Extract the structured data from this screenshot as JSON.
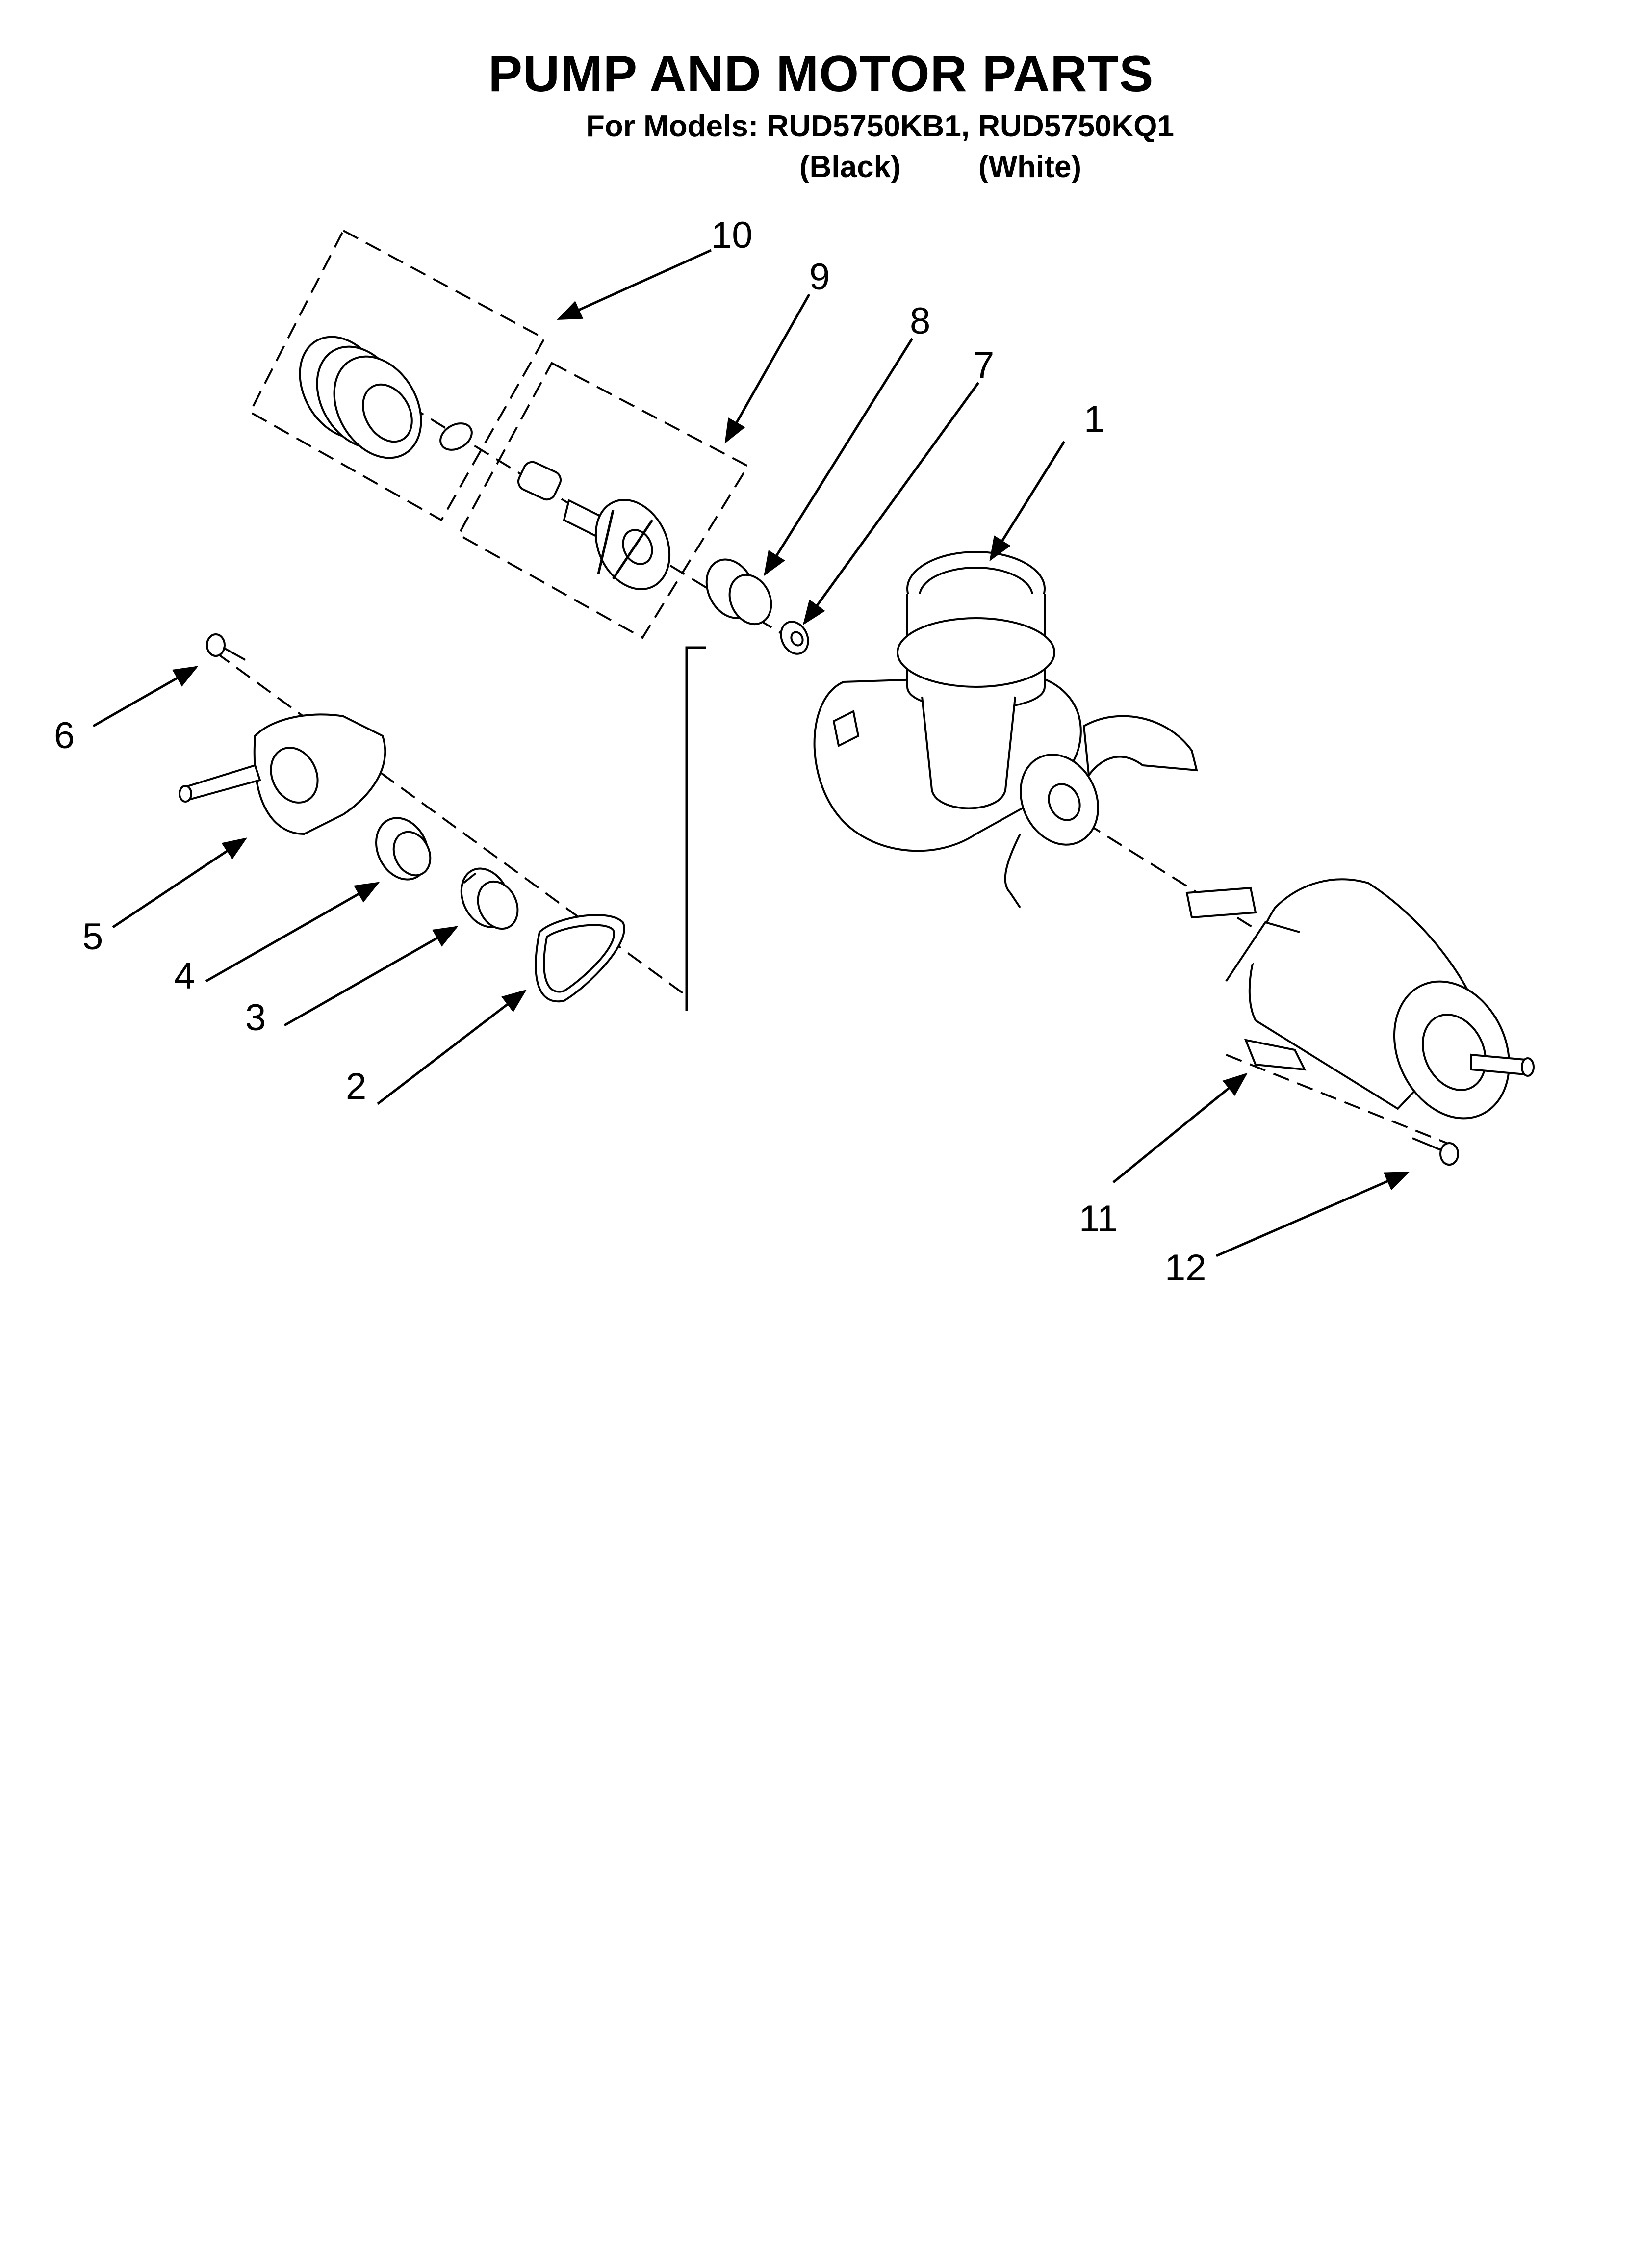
{
  "header": {
    "title": "PUMP AND MOTOR PARTS",
    "models_line": "For Models: RUD5750KB1, RUD5750KQ1",
    "color_black": "(Black)",
    "color_white": "(White)"
  },
  "callouts": [
    "1",
    "2",
    "3",
    "4",
    "5",
    "6",
    "7",
    "8",
    "9",
    "10",
    "11",
    "12"
  ]
}
